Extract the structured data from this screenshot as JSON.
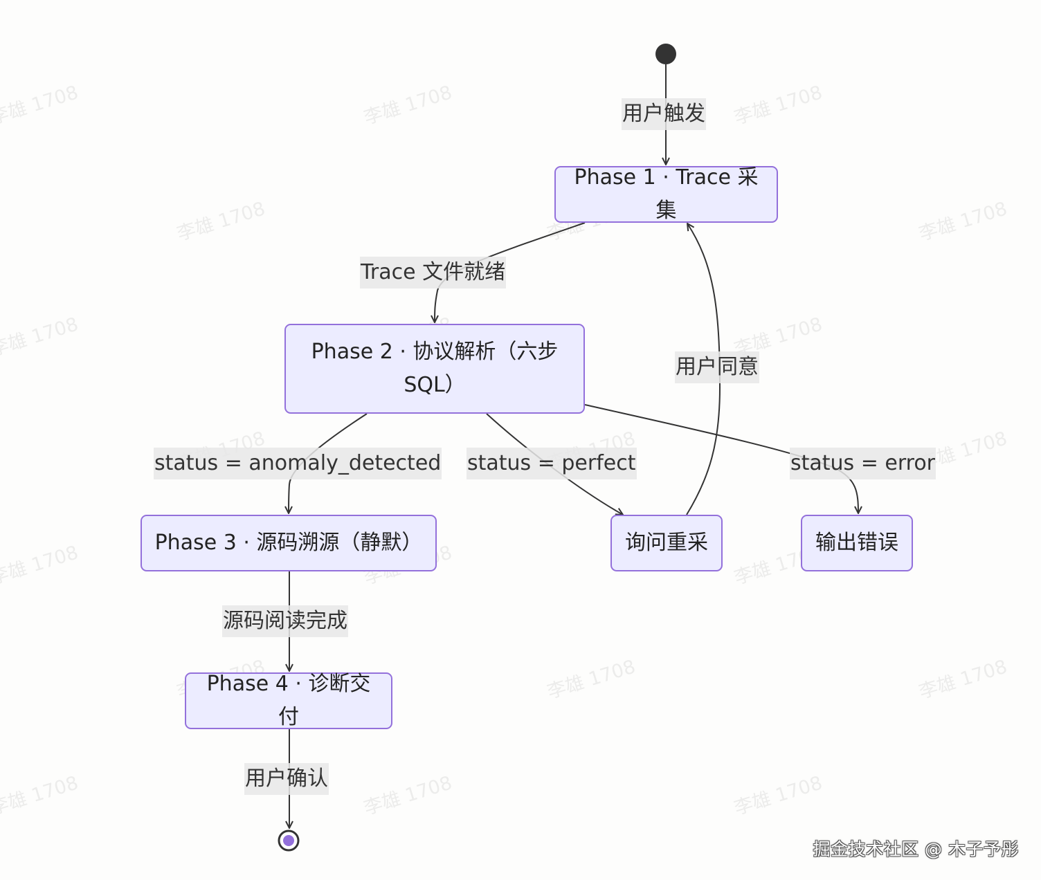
{
  "diagram": {
    "type": "state-diagram",
    "states": {
      "phase1": "Phase 1 · Trace 采集",
      "phase2": "Phase 2 · 协议解析（六步 SQL）",
      "phase3": "Phase 3 · 源码溯源（静默）",
      "phase4": "Phase 4 · 诊断交付",
      "ask_recollect": "询问重采",
      "output_error": "输出错误"
    },
    "transitions": [
      {
        "from": "start",
        "to": "phase1",
        "label": "用户触发"
      },
      {
        "from": "phase1",
        "to": "phase2",
        "label": "Trace 文件就绪"
      },
      {
        "from": "phase2",
        "to": "phase3",
        "label": "status = anomaly_detected"
      },
      {
        "from": "phase2",
        "to": "ask_recollect",
        "label": "status = perfect"
      },
      {
        "from": "phase2",
        "to": "output_error",
        "label": "status = error"
      },
      {
        "from": "ask_recollect",
        "to": "phase1",
        "label": "用户同意"
      },
      {
        "from": "phase3",
        "to": "phase4",
        "label": "源码阅读完成"
      },
      {
        "from": "phase4",
        "to": "end",
        "label": "用户确认"
      }
    ],
    "colors": {
      "node_fill": "#ececff",
      "node_border": "#9370db",
      "edge": "#333333",
      "label_bg": "#e8e8e8",
      "end_fill": "#9370db"
    }
  },
  "watermark_text": "李雄 1708",
  "credit": "掘金技术社区 @ 木子予彤"
}
